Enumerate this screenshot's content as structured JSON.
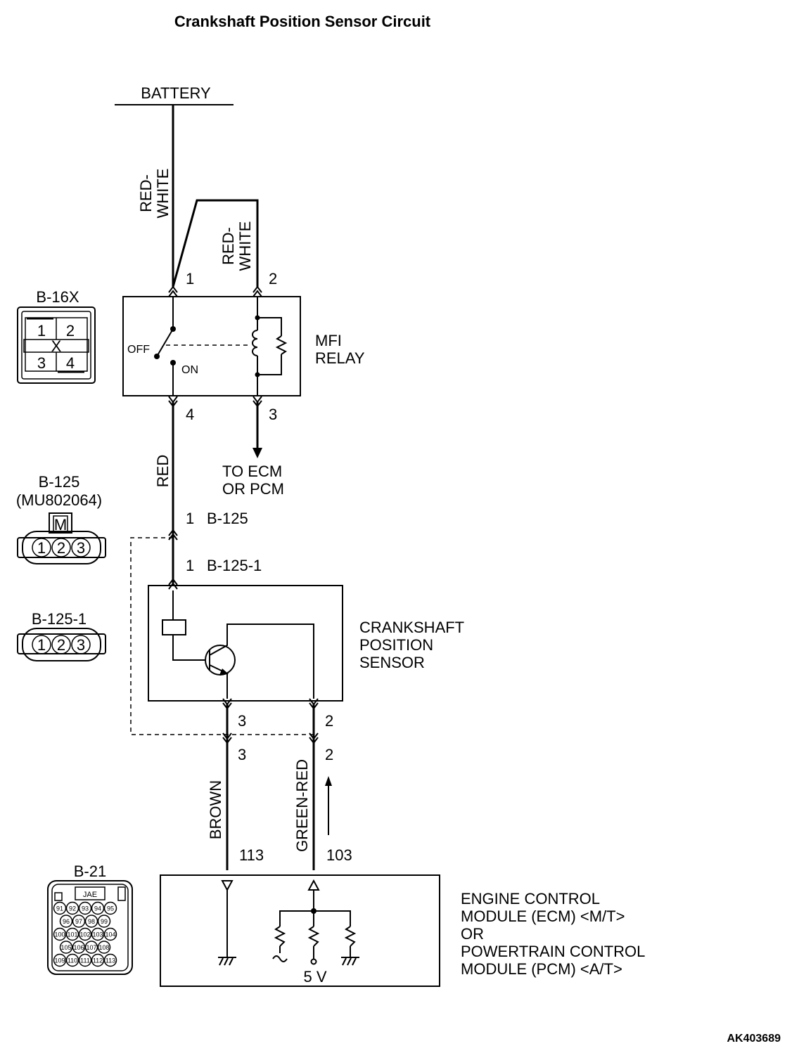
{
  "title": "Crankshaft Position Sensor Circuit",
  "figure_code": "AK403689",
  "battery": {
    "label": "BATTERY"
  },
  "wires": {
    "red_white_1": [
      "RED-",
      "WHITE"
    ],
    "red_white_2": [
      "RED-",
      "WHITE"
    ],
    "red": "RED",
    "brown": "BROWN",
    "green_red": "GREEN-RED"
  },
  "mfi_relay": {
    "label": [
      "MFI",
      "RELAY"
    ],
    "off_label": "OFF",
    "on_label": "ON",
    "pins": [
      "1",
      "2",
      "4",
      "3"
    ]
  },
  "to_ecm": [
    "TO ECM",
    "OR PCM"
  ],
  "connectors": {
    "b16x": {
      "name": "B-16X",
      "cells": [
        "1",
        "2",
        "3",
        "4"
      ],
      "mark": "X"
    },
    "b125": {
      "name": "B-125",
      "part": "(MU802064)",
      "mark": "M",
      "pins": [
        "1",
        "2",
        "3"
      ]
    },
    "b125_1": {
      "name": "B-125-1",
      "pins": [
        "1",
        "2",
        "3"
      ]
    },
    "b21": {
      "name": "B-21",
      "mark": "JAE",
      "row1": [
        "91",
        "92",
        "93",
        "94",
        "95"
      ],
      "row2": [
        "96",
        "97",
        "98",
        "99"
      ],
      "row3": [
        "100",
        "101",
        "102",
        "103",
        "104"
      ],
      "row4": [
        "105",
        "106",
        "107",
        "108"
      ],
      "row5": [
        "109",
        "110",
        "111",
        "112",
        "113"
      ]
    }
  },
  "junctions": {
    "b125_pin": "1",
    "b125_label": "B-125",
    "b125_1_pin": "1",
    "b125_1_label": "B-125-1"
  },
  "sensor": {
    "label": [
      "CRANKSHAFT",
      "POSITION",
      "SENSOR"
    ],
    "pin_left_top": "3",
    "pin_right_top": "2",
    "pin_left_bottom": "3",
    "pin_right_bottom": "2"
  },
  "ecm": {
    "label": [
      "ENGINE CONTROL",
      "MODULE (ECM) <M/T>",
      "OR",
      "POWERTRAIN CONTROL",
      "MODULE (PCM) <A/T>"
    ],
    "pin_brown": "113",
    "pin_green": "103",
    "voltage": "5 V"
  }
}
